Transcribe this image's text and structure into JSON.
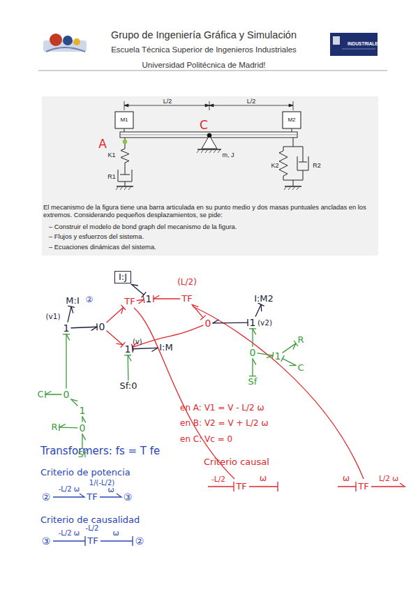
{
  "diagram": {
    "title": "Grupo de Ingeniería Gráfica y Simulación",
    "nodes": [
      {
        "text": [
          "M1"
        ]
      },
      {
        "text": [
          "M2"
        ]
      },
      {
        "text": [
          "I:J"
        ]
      },
      {
        "text": [
          "1"
        ]
      },
      {
        "text": [
          "TF"
        ]
      },
      {
        "text": [
          "TF"
        ]
      },
      {
        "text": [
          "0"
        ]
      },
      {
        "text": [
          "1"
        ]
      },
      {
        "text": [
          "I:M2"
        ]
      },
      {
        "text": [
          "M:I"
        ]
      },
      {
        "text": [
          "1"
        ]
      },
      {
        "text": [
          "0"
        ]
      },
      {
        "text": [
          "1"
        ]
      },
      {
        "text": [
          "I:M"
        ]
      },
      {
        "text": [
          "Sf:0"
        ]
      },
      {
        "text": [
          "0"
        ]
      },
      {
        "text": [
          "1"
        ]
      },
      {
        "text": [
          "R"
        ]
      },
      {
        "text": [
          "C"
        ]
      },
      {
        "text": [
          "Sf"
        ]
      },
      {
        "text": [
          "C"
        ]
      },
      {
        "text": [
          "0"
        ]
      },
      {
        "text": [
          "1"
        ]
      },
      {
        "text": [
          "R"
        ]
      },
      {
        "text": [
          "0"
        ]
      },
      {
        "text": [
          "Sf"
        ]
      }
    ],
    "edges": [
      {
        "from": 3,
        "to": 2,
        "arrow": "to"
      },
      {
        "from": 4,
        "to": 3,
        "arrow": "to"
      },
      {
        "from": 5,
        "to": 3,
        "arrow": "to"
      },
      {
        "from": 6,
        "to": 5,
        "arrow": "to"
      },
      {
        "from": 7,
        "to": 6,
        "arrow": "to"
      },
      {
        "from": 7,
        "to": 8,
        "arrow": "to"
      },
      {
        "from": 10,
        "to": 9,
        "arrow": "to"
      },
      {
        "from": 10,
        "to": 11,
        "arrow": "to"
      },
      {
        "from": 11,
        "to": 4,
        "arrow": "to"
      },
      {
        "from": 11,
        "to": 12,
        "arrow": "to"
      },
      {
        "from": 6,
        "to": 12,
        "arrow": "to"
      },
      {
        "from": 12,
        "to": 13,
        "arrow": "to"
      },
      {
        "from": 14,
        "to": 12,
        "arrow": "to"
      },
      {
        "from": 15,
        "to": 7,
        "arrow": "to"
      },
      {
        "from": 15,
        "to": 16,
        "arrow": "to"
      },
      {
        "from": 16,
        "to": 17,
        "arrow": "to"
      },
      {
        "from": 16,
        "to": 18,
        "arrow": "to"
      },
      {
        "from": 19,
        "to": 15,
        "arrow": "to"
      },
      {
        "from": 21,
        "to": 10,
        "arrow": "to"
      },
      {
        "from": 21,
        "to": 20,
        "arrow": "to"
      },
      {
        "from": 22,
        "to": 21,
        "arrow": "to"
      },
      {
        "from": 24,
        "to": 22,
        "arrow": "to"
      },
      {
        "from": 24,
        "to": 23,
        "arrow": "to"
      },
      {
        "from": 25,
        "to": 24,
        "arrow": "to"
      }
    ],
    "labels": [
      "Escuela Técnica Superior de Ingenieros Industriales",
      "Universidad Politécnica de Madrid!",
      "INDUSTRIALES",
      "L/2",
      "L/2",
      "A",
      "C",
      "m, J",
      "K1",
      "R1",
      "K2",
      "R2",
      "El mecanismo de la figura tiene una barra articulada en su punto medio y dos masas puntuales ancladas en los extremos. Considerando pequeños desplazamientos, se pide:",
      "– Construir el modelo de bond graph del mecanismo de la figura.",
      "– Flujos y esfuerzos del sistema.",
      "– Ecuaciones dinámicas del sistema.",
      "②",
      "(v1)",
      "(L/2)",
      "(v2)",
      "(v)",
      "en A: V1 = V - L/2 ω",
      "en B: V2 = V + L/2 ω",
      "en C: Vc = 0",
      "Criterio causal",
      "-L/2",
      "TF",
      "ω",
      "ω",
      "TF",
      "L/2 ω",
      "Transformers: fs = T fe",
      "Criterio de potencia",
      "②",
      "-L/2 ω",
      "1/(-L/2)",
      "TF",
      "ω",
      "③",
      "Criterio de causalidad",
      "③",
      "-L/2 ω",
      "-L/2",
      "TF",
      "ω",
      "②"
    ]
  }
}
